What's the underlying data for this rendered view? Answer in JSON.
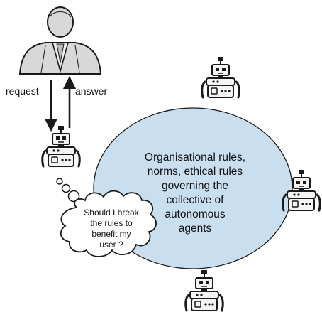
{
  "colors": {
    "circle_fill": "#c9dff0",
    "ink": "#1a1a1a",
    "user_fill": "#d8d8d8",
    "robot_fill": "#f4f4f4"
  },
  "icons": {
    "user": "user-icon",
    "robot": "robot-icon",
    "arrow_down": "arrow-down-icon",
    "arrow_up": "arrow-up-icon",
    "thought_bubble": "thought-bubble-icon"
  },
  "arrows": {
    "request_label": "request",
    "answer_label": "answer"
  },
  "collective": {
    "lines": [
      "Organisational rules,",
      "norms, ethical rules",
      "governing the",
      "collective of",
      "autonomous",
      "agents"
    ]
  },
  "thought": {
    "lines": [
      "Should I break",
      "the rules to",
      "benefit my",
      "user ?"
    ]
  }
}
